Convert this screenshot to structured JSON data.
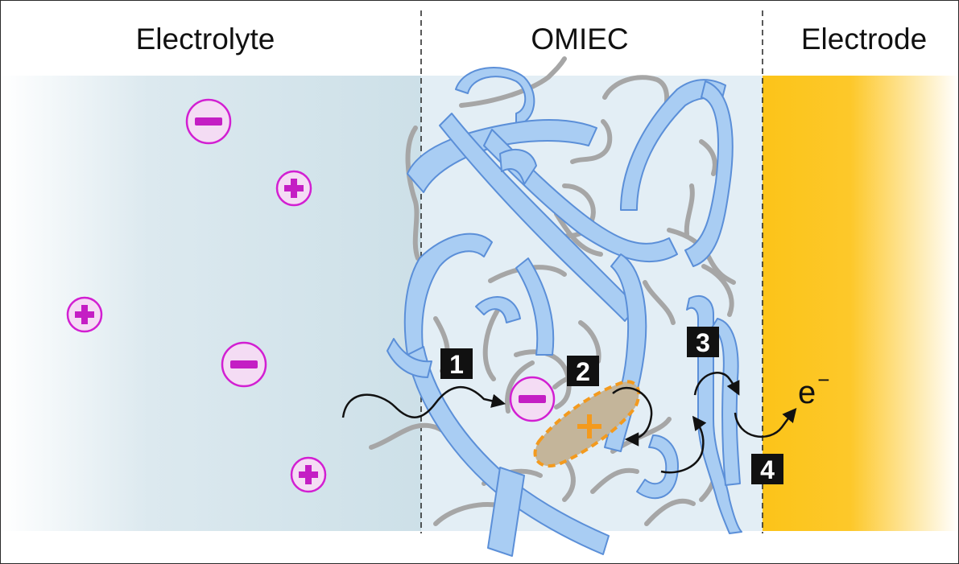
{
  "regions": {
    "electrolyte": "Electrolyte",
    "omiec": "OMIEC",
    "electrode": "Electrode"
  },
  "steps": [
    "1",
    "2",
    "3",
    "4"
  ],
  "electron_label": "e",
  "electron_sup": "−",
  "colors": {
    "anion_stroke": "#d21fd2",
    "anion_fill": "#f4dcf4",
    "ribbon_fill": "#a9cdf3",
    "ribbon_stroke": "#5b8fd8",
    "chain": "#a6a6a6",
    "polaron_fill": "#c4b59a",
    "polaron_stroke": "#f39a1e",
    "electrode_gold": "#fcc419",
    "electrolyte_bg": "#cde0e8",
    "omiec_bg": "#e3eef5",
    "step_box": "#111111"
  }
}
